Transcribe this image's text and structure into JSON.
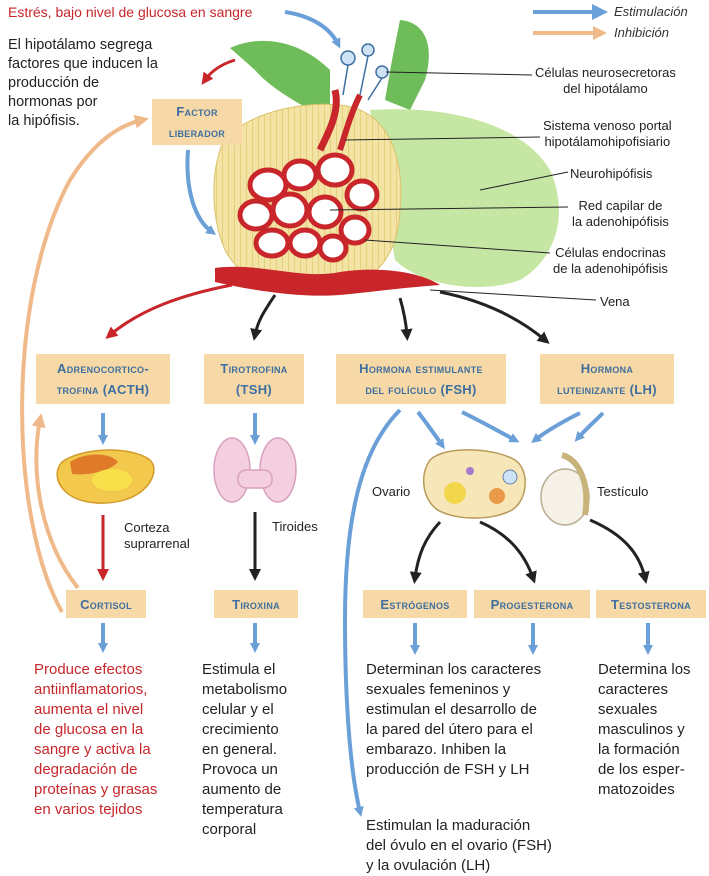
{
  "header": {
    "stress": "Estrés, bajo nivel de glucosa en sangre",
    "hypothalamus_text": "El hipotálamo segrega\nfactores que inducen la\nproducción de\nhormonas por\nla hipófisis."
  },
  "legend": {
    "stimulation": "Estimulación",
    "inhibition": "Inhibición",
    "stimulation_color": "#6a9fd8",
    "inhibition_color": "#f0b98a"
  },
  "labels": {
    "neurosecretory": "Células neurosecretoras\ndel hipotálamo",
    "portal": "Sistema venoso portal\nhipotálamohipofisiario",
    "neurohypophysis": "Neurohipófisis",
    "capillary": "Red capilar de\nla adenohipófisis",
    "endocrine": "Células endocrinas\nde la adenohipófisis",
    "vein": "Vena",
    "adrenal_cortex": "Corteza\nsuprarrenal",
    "thyroid": "Tiroides",
    "ovary": "Ovario",
    "testicle": "Testículo"
  },
  "boxes": {
    "factor": "Factor\nliberador",
    "acth": "Adrenocortico-\ntrofina (ACTH)",
    "tsh": "Tirotrofina\n(TSH)",
    "fsh": "Hormona estimulante\ndel folículo (FSH)",
    "lh": "Hormona\nluteinizante (LH)",
    "cortisol": "Cortisol",
    "tiroxina": "Tiroxina",
    "estrogenos": "Estrógenos",
    "progesterona": "Progesterona",
    "testosterona": "Testosterona"
  },
  "effects": {
    "cortisol": "Produce efectos\nantiinflamatorios,\naumenta el nivel\nde glucosa en la\nsangre y activa la\ndegradación de\nproteínas y grasas\nen varios tejidos",
    "tiroxina": "Estimula el\nmetabolismo\ncelular y el\ncrecimiento\nen general.\nProvoca un\naumento de\ntemperatura\ncorporal",
    "female": "Determinan los caracteres\nsexuales femeninos y\nestimulan el desarrollo de\nla pared del útero para el\nembarazo. Inhiben la\nproducción de FSH y LH",
    "testosterona": "Determina los\ncaracteres\nsexuales\nmasculinos y\nla formación\nde los esper-\nmatozoides",
    "fsh_lh": "Estimulan la maduración\ndel óvulo en el ovario (FSH)\ny la ovulación (LH)"
  }
}
